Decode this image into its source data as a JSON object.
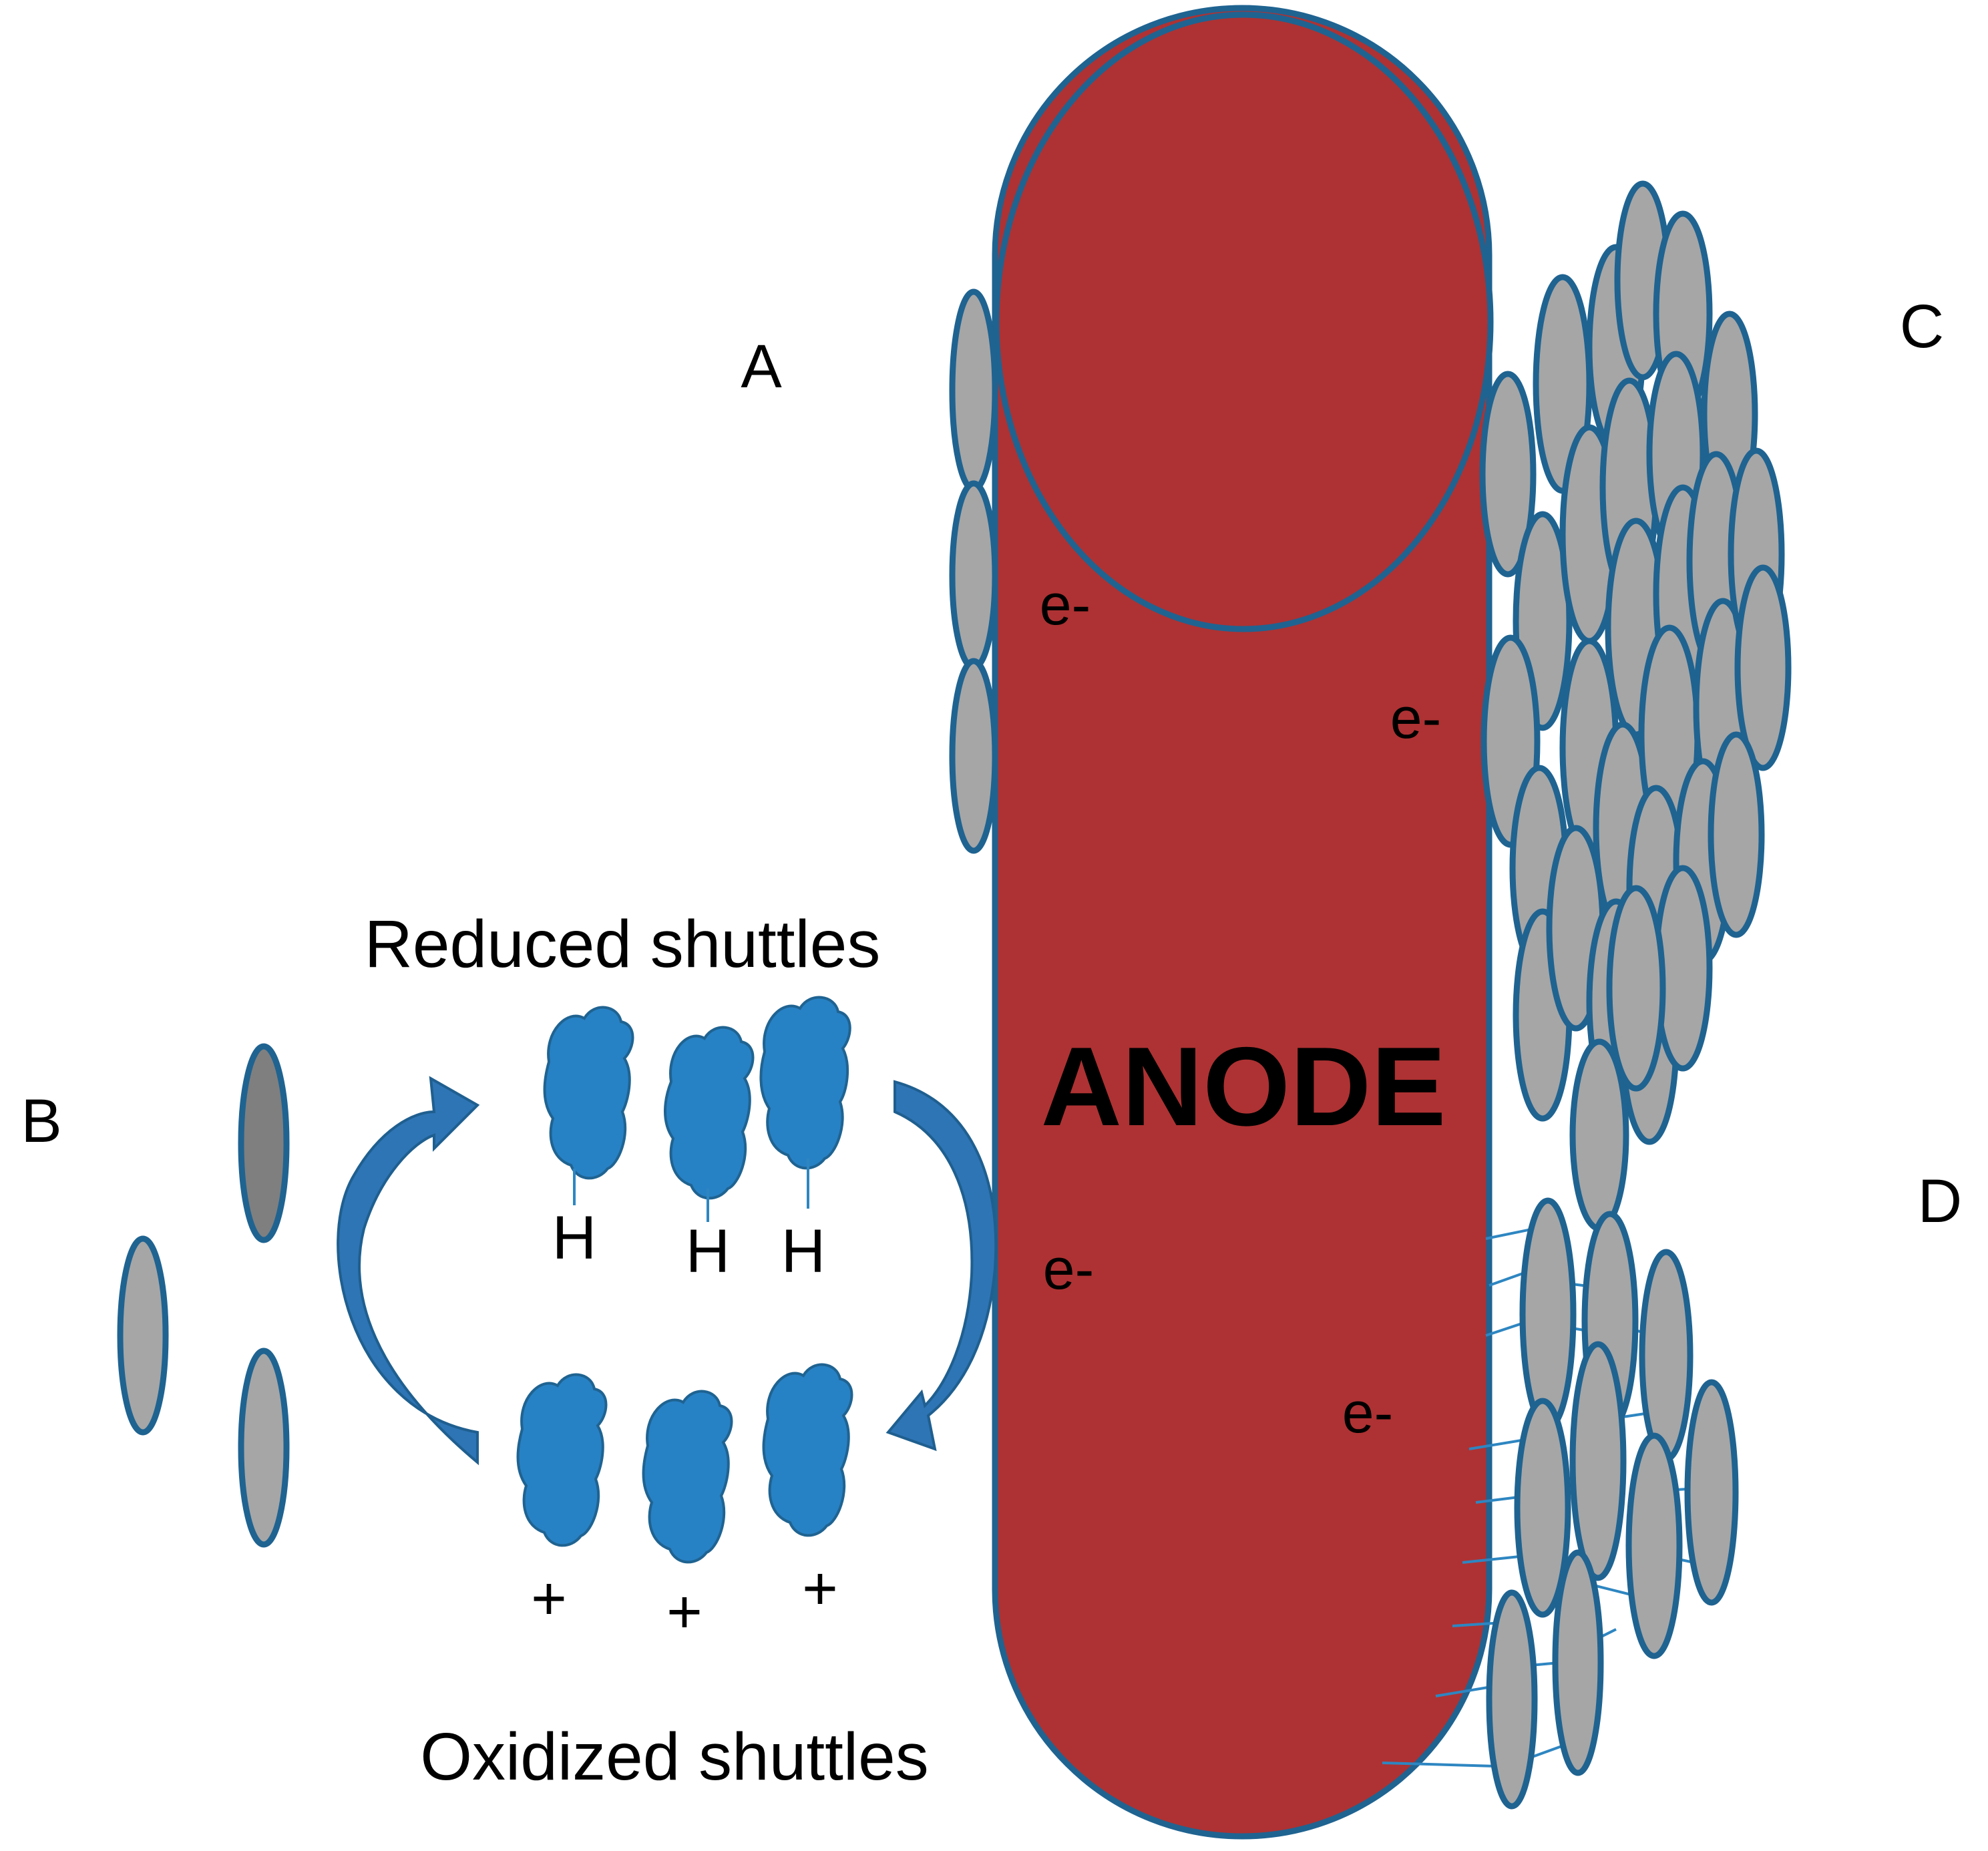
{
  "colors": {
    "anode_fill": "#AE3233",
    "anode_stroke": "#1F6391",
    "cell_fill": "#A6A6A6",
    "cell_dark_fill": "#7F7F7F",
    "cell_stroke": "#1F6391",
    "shuttle_fill": "#2781C5",
    "arrow_fill": "#2E75B6"
  },
  "labels": {
    "panel_a": "A",
    "panel_b": "B",
    "panel_c": "C",
    "panel_d": "D",
    "anode": "ANODE",
    "reduced_shuttles": "Reduced shuttles",
    "oxidized_shuttles": "Oxidized shuttles",
    "electron": "e-",
    "hydrogen": "H",
    "plus": "+"
  },
  "icons": {
    "anode": "rounded-rod-shape",
    "bacterium": "ellipse-cell",
    "shuttle": "blob-molecule",
    "cycle_arrow": "curved-arrow",
    "nanowire": "line"
  }
}
